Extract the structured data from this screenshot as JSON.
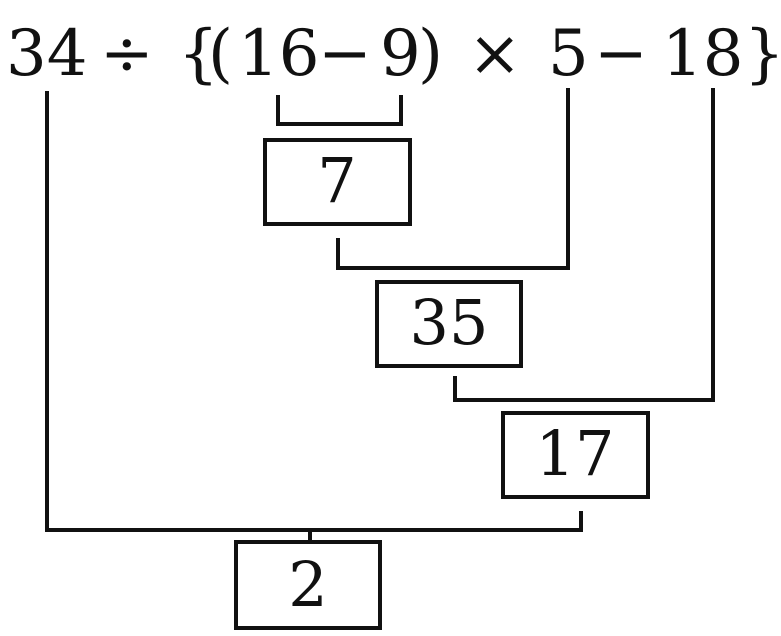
{
  "expression": {
    "dividend": "34",
    "divide_sign": "÷",
    "left_brace": "{",
    "left_paren": "(",
    "a": "16",
    "minus_1": "−",
    "b": "9",
    "right_paren": ")",
    "times_sign": "×",
    "c": "5",
    "minus_2": "−",
    "d": "18",
    "right_brace": "}"
  },
  "steps": [
    {
      "result": "7"
    },
    {
      "result": "35"
    },
    {
      "result": "17"
    },
    {
      "result": "2"
    }
  ],
  "colors": {
    "ink": "#111111",
    "background": "#ffffff"
  }
}
